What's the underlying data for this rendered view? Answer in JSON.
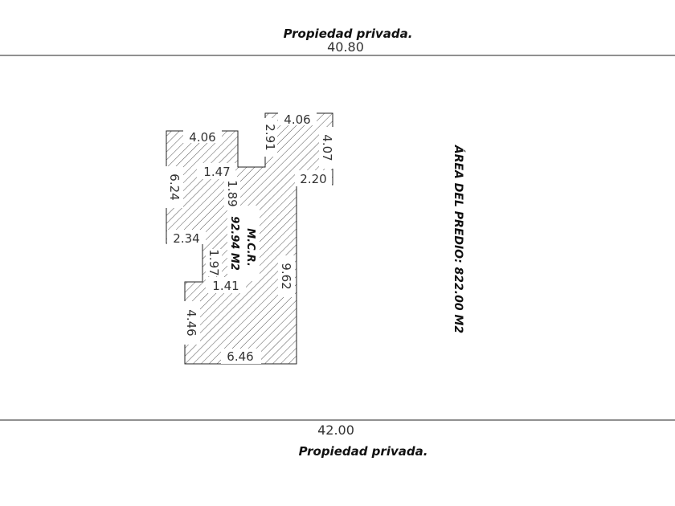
{
  "top_neighbor": "Propiedad privada.",
  "top_measure": "40.80",
  "bottom_measure": "42.00",
  "bottom_neighbor": "Propiedad privada.",
  "lot_area": "ÁREA DEL PREDIO: 822.00 M2",
  "building": {
    "label": "M.C.R.",
    "area": "92.94 M2"
  },
  "dimensions": {
    "d_406_left": "4.06",
    "d_406_right": "4.06",
    "d_291": "2.91",
    "d_407": "4.07",
    "d_147": "1.47",
    "d_220": "2.20",
    "d_189": "1.89",
    "d_624": "6.24",
    "d_234": "2.34",
    "d_197": "1.97",
    "d_141": "1.41",
    "d_962": "9.62",
    "d_446": "4.46",
    "d_646": "6.46"
  },
  "colors": {
    "line": "#222222",
    "hatch": "#555555",
    "label_bg": "#ffffff"
  }
}
